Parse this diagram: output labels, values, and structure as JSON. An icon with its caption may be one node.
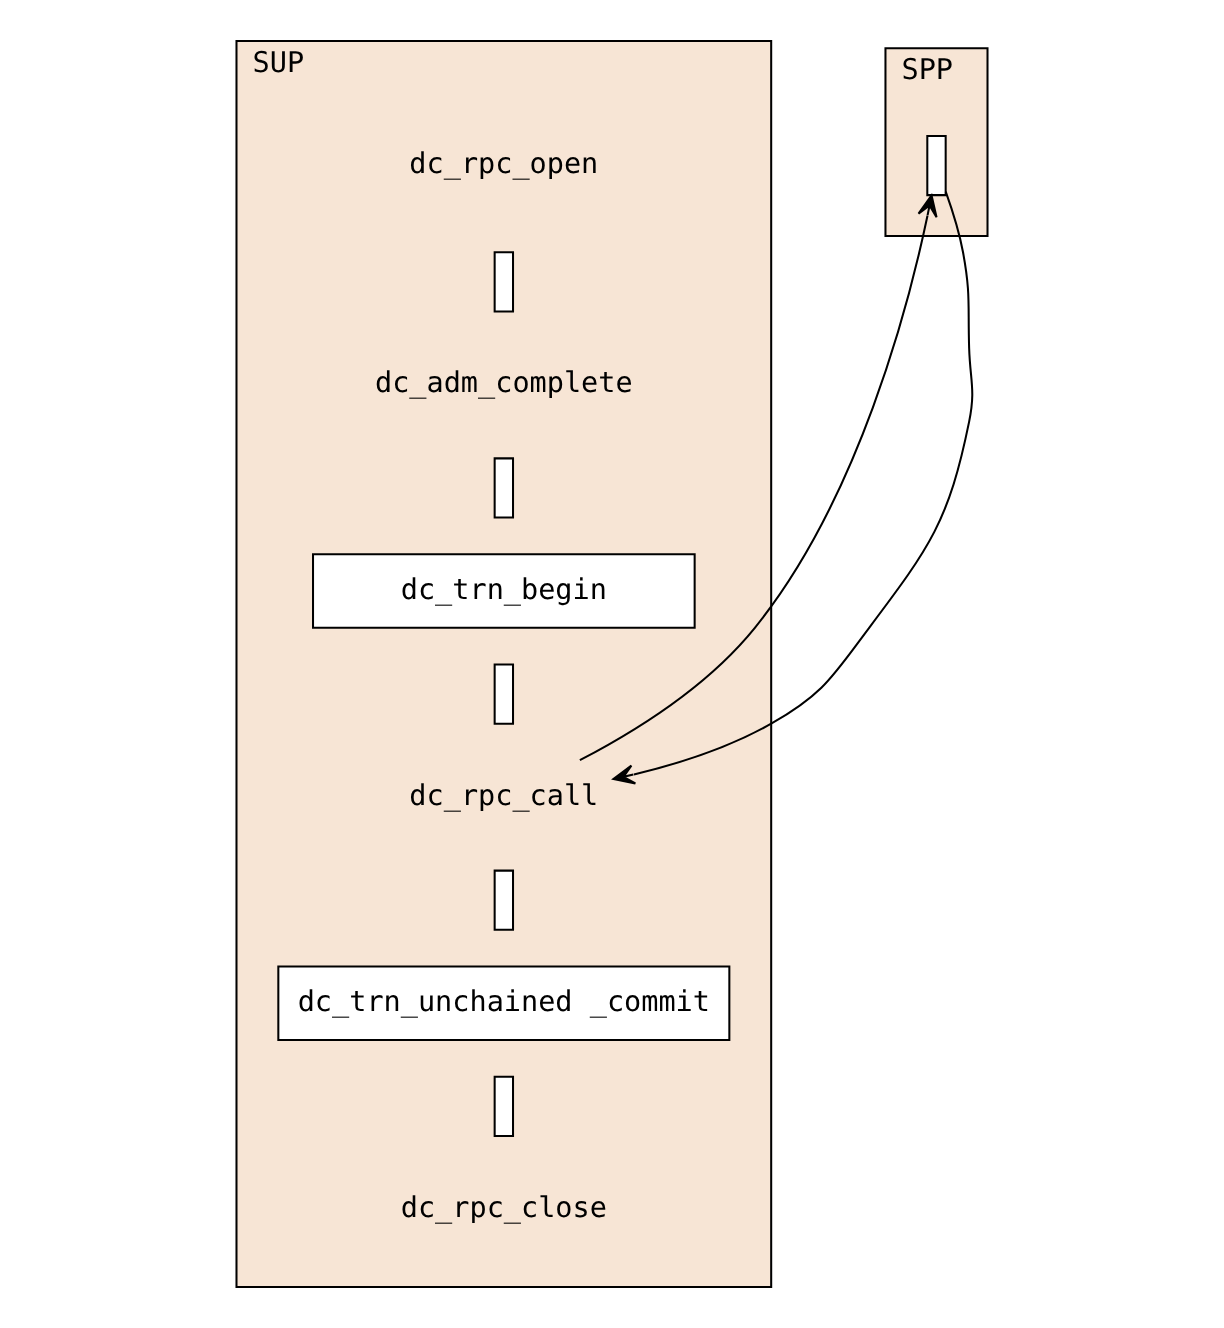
{
  "diagram": {
    "nodes": [
      {
        "text": [
          "SUP"
        ]
      },
      {
        "text": [
          "dc_rpc_open"
        ],
        "in": 0
      },
      {
        "text": [],
        "shape": "bar",
        "in": 0
      },
      {
        "text": [
          "dc_adm_complete"
        ],
        "in": 0
      },
      {
        "text": [],
        "shape": "bar",
        "in": 0
      },
      {
        "text": [
          "dc_trn_begin"
        ],
        "in": 0
      },
      {
        "text": [],
        "shape": "bar",
        "in": 0
      },
      {
        "text": [
          "dc_rpc_call"
        ],
        "in": 0
      },
      {
        "text": [],
        "shape": "bar",
        "in": 0
      },
      {
        "text": [
          "dc_trn_unchained _commit"
        ],
        "in": 0
      },
      {
        "text": [],
        "shape": "bar",
        "in": 0
      },
      {
        "text": [
          "dc_rpc_close"
        ],
        "in": 0
      },
      {
        "text": [
          "SPP"
        ]
      },
      {
        "text": [],
        "shape": "bar",
        "in": 12
      }
    ],
    "edges": [
      {
        "from": 7,
        "to": 13,
        "arrow": "to"
      },
      {
        "from": 13,
        "to": 7,
        "arrow": "to"
      }
    ]
  }
}
